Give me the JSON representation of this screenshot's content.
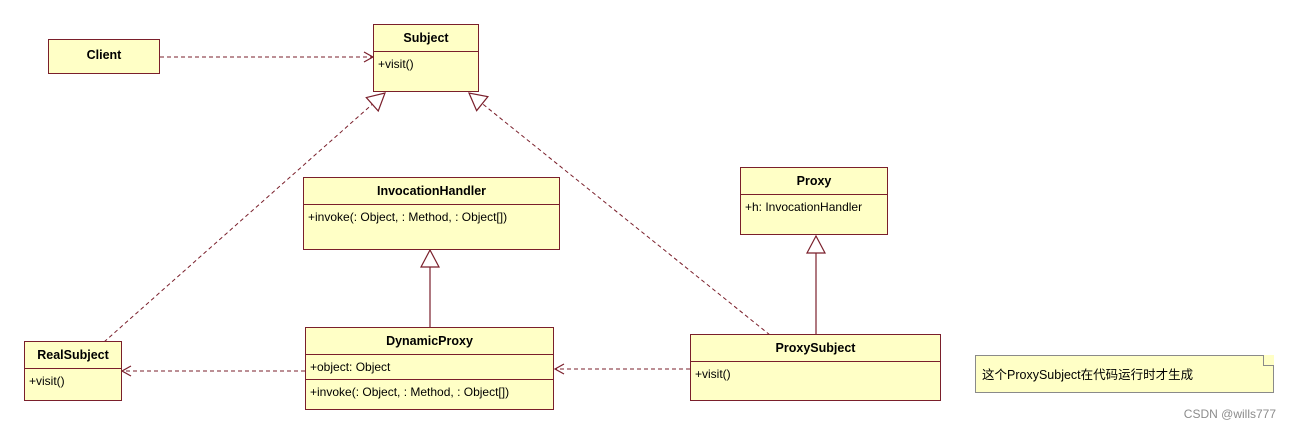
{
  "classes": {
    "client": {
      "name": "Client"
    },
    "subject": {
      "name": "Subject",
      "methods": [
        "+visit()"
      ]
    },
    "invocation_handler": {
      "name": "InvocationHandler",
      "methods": [
        "+invoke(: Object, : Method, : Object[])"
      ]
    },
    "proxy": {
      "name": "Proxy",
      "attributes": [
        "+h: InvocationHandler"
      ]
    },
    "real_subject": {
      "name": "RealSubject",
      "methods": [
        "+visit()"
      ]
    },
    "dynamic_proxy": {
      "name": "DynamicProxy",
      "attributes": [
        "+object: Object"
      ],
      "methods": [
        "+invoke(: Object, : Method, : Object[])"
      ]
    },
    "proxy_subject": {
      "name": "ProxySubject",
      "methods": [
        "+visit()"
      ]
    }
  },
  "note": {
    "text": "这个ProxySubject在代码运行时才生成"
  },
  "relations": [
    {
      "from": "Client",
      "to": "Subject",
      "kind": "dependency"
    },
    {
      "from": "RealSubject",
      "to": "Subject",
      "kind": "realization"
    },
    {
      "from": "ProxySubject",
      "to": "Subject",
      "kind": "realization"
    },
    {
      "from": "DynamicProxy",
      "to": "InvocationHandler",
      "kind": "generalization"
    },
    {
      "from": "ProxySubject",
      "to": "Proxy",
      "kind": "generalization"
    },
    {
      "from": "DynamicProxy",
      "to": "RealSubject",
      "kind": "dependency"
    },
    {
      "from": "ProxySubject",
      "to": "DynamicProxy",
      "kind": "dependency"
    }
  ],
  "colors": {
    "class_fill": "#ffffc6",
    "class_border": "#7a1f2b",
    "line": "#7a1f2b"
  },
  "watermark": "CSDN @wills777"
}
